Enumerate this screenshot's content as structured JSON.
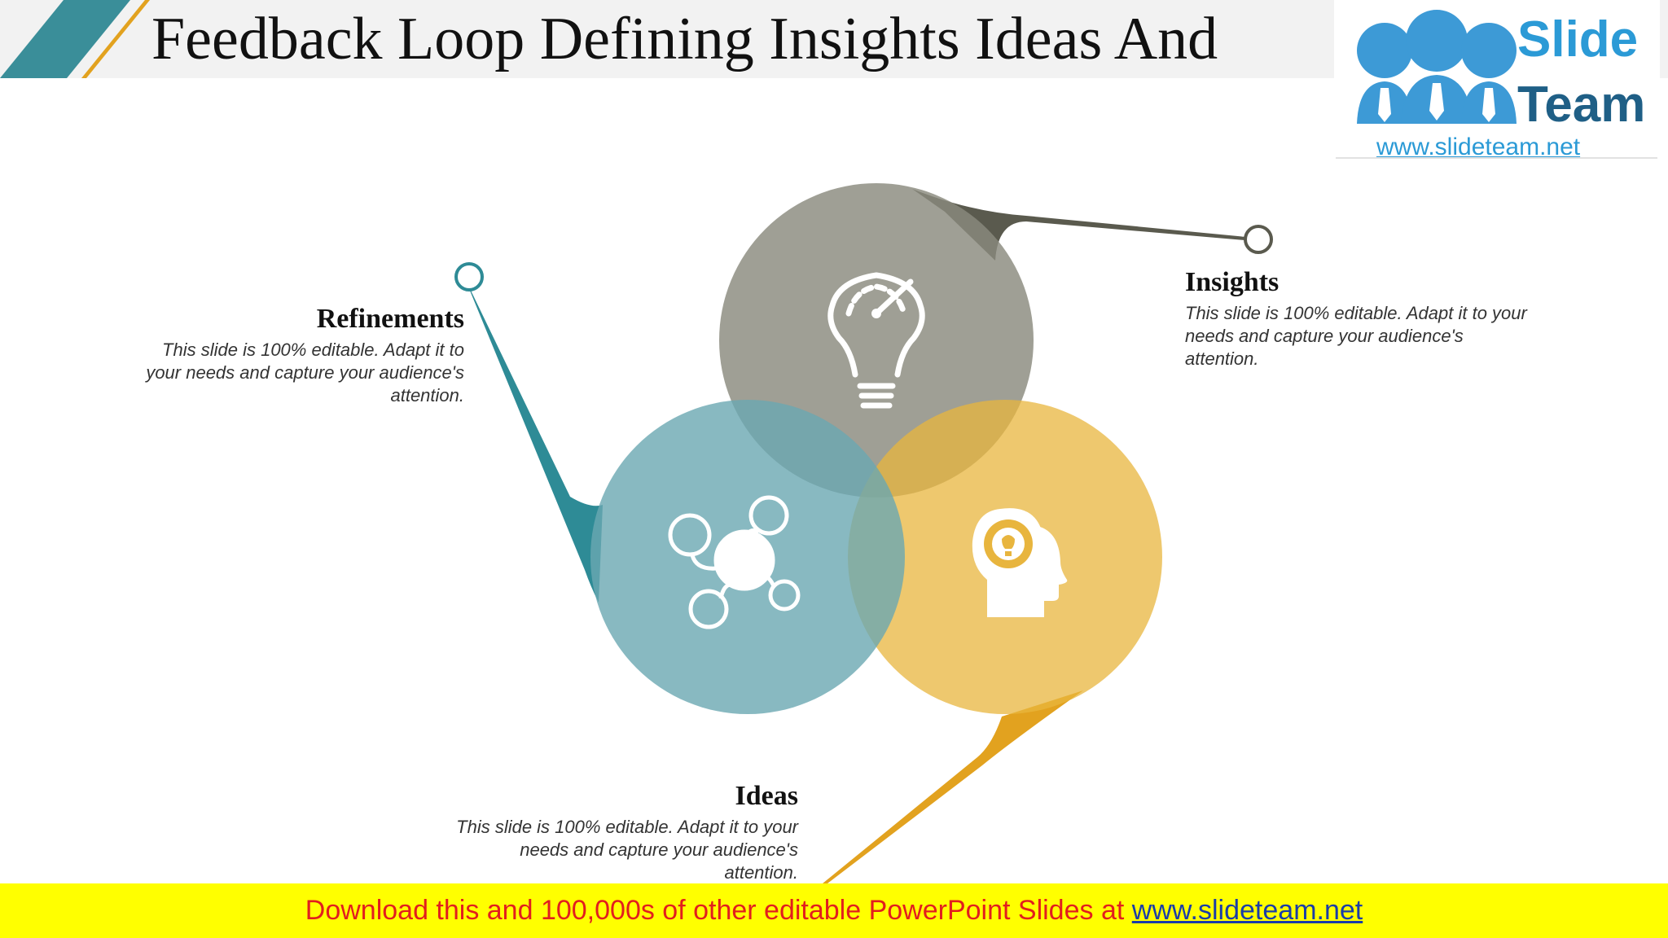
{
  "title": "Feedback Loop Defining Insights Ideas And",
  "logo": {
    "word1": "Slide",
    "word2": "Team",
    "url": "www.slideteam.net"
  },
  "items": [
    {
      "id": "refinements",
      "heading": "Refinements",
      "body": "This slide is 100% editable. Adapt it to your needs and capture your audience's attention.",
      "color": "#2e8b96",
      "icon": "network-icon"
    },
    {
      "id": "insights",
      "heading": "Insights",
      "body": "This slide is 100% editable. Adapt it to your needs and capture your audience's attention.",
      "color": "#8a8a7e",
      "icon": "lightbulb-gauge-icon"
    },
    {
      "id": "ideas",
      "heading": "Ideas",
      "body": "This slide is 100% editable. Adapt it to your needs and capture your audience's attention.",
      "color": "#e8a514",
      "icon": "head-gear-bulb-icon"
    }
  ],
  "footer": {
    "text": "Download this and 100,000s of other editable PowerPoint Slides at ",
    "url": "www.slideteam.net"
  },
  "colors": {
    "teal_circle": "#6aa7b2",
    "gray_circle": "#8a8a7e",
    "gold_circle": "#e8b53e",
    "footer_bg": "#ffff00",
    "footer_text": "#e21e1e"
  }
}
